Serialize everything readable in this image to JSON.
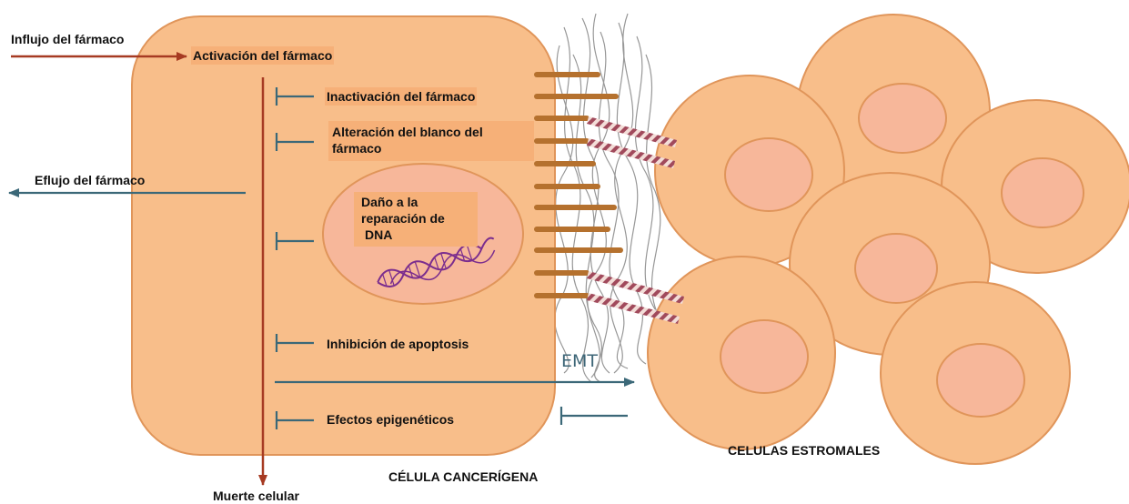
{
  "labels": {
    "influx": "Influjo del fármaco",
    "activation": "Activación del fármaco",
    "inactivation": "Inactivación del fármaco",
    "target_alteration_1": "Alteración del blanco del",
    "target_alteration_2": "fármaco",
    "efflux": "Eflujo del fármaco",
    "dna_1": "Daño a la",
    "dna_2": "reparación de",
    "dna_3": "DNA",
    "apoptosis": "Inhibición de apoptosis",
    "epigenetic": "Efectos epigenéticos",
    "emt": "EMT",
    "cancer_cell": "CÉLULA CANCERÍGENA",
    "stromal_cells": "CELULAS ESTROMALES",
    "cell_death": "Muerte celular"
  },
  "colors": {
    "cell_fill": "#f8be8a",
    "cell_stroke": "#e0955a",
    "nucleus_fill": "#f7b79a",
    "arrow_red": "#a63a22",
    "arrow_teal": "#3b6878",
    "receptor": "#b5712e"
  }
}
